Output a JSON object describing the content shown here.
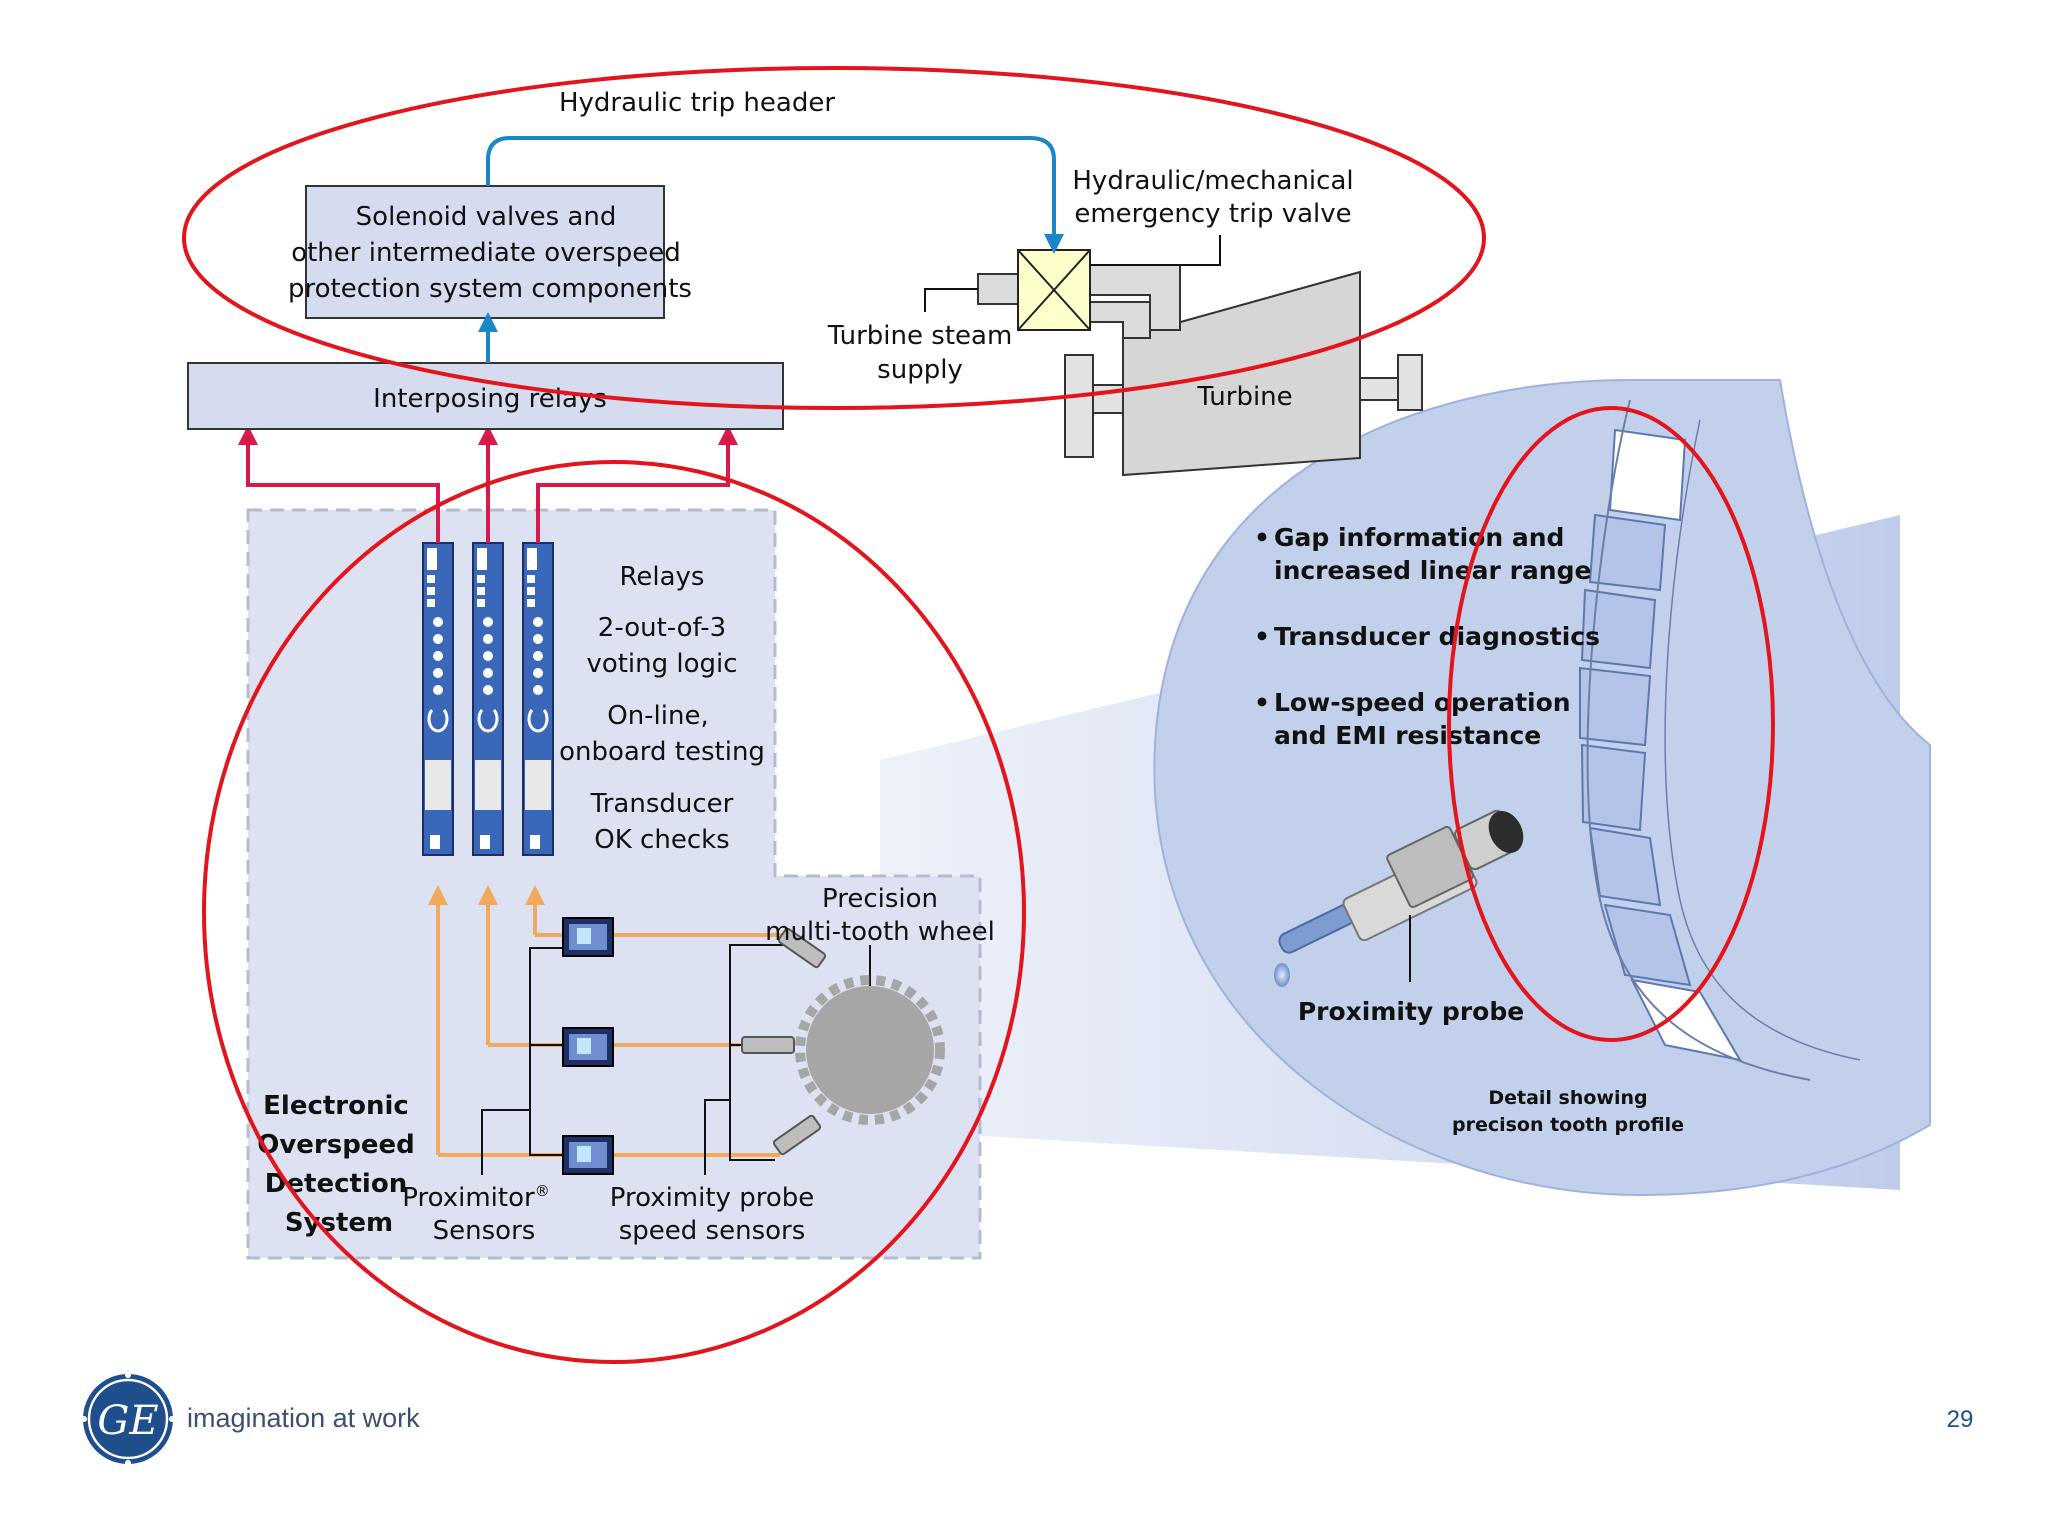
{
  "diagram": {
    "hydraulic_trip_header": "Hydraulic trip header",
    "solenoid_box": [
      "Solenoid valves and",
      "other intermediate overspeed",
      "protection system components"
    ],
    "interposing_relays": "Interposing relays",
    "trip_valve": [
      "Hydraulic/mechanical",
      "emergency trip valve"
    ],
    "steam_supply": [
      "Turbine steam",
      "supply"
    ],
    "turbine": "Turbine",
    "relay_features": {
      "relays": "Relays",
      "voting": [
        "2-out-of-3",
        "voting logic"
      ],
      "testing": [
        "On-line,",
        "onboard testing"
      ],
      "transducer": [
        "Transducer",
        "OK checks"
      ]
    },
    "wheel": [
      "Precision",
      "multi-tooth wheel"
    ],
    "eods": [
      "Electronic",
      "Overspeed",
      "Detection",
      "System"
    ],
    "proximitor": "Proximitor",
    "proximitor_reg": "®",
    "sensors": "Sensors",
    "speed_sensors": [
      "Proximity probe",
      "speed sensors"
    ],
    "detail_bullets": [
      [
        "Gap information and",
        "increased linear range"
      ],
      [
        "Transducer diagnostics"
      ],
      [
        "Low-speed operation",
        "and EMI resistance"
      ]
    ],
    "proximity_probe": "Proximity probe",
    "detail_caption": [
      "Detail showing",
      "precison tooth profile"
    ]
  },
  "footer": {
    "logo_text": "GE",
    "tagline": "imagination at work",
    "page_number": "29"
  },
  "colors": {
    "highlight_red": "#e3141b",
    "trip_line_red": "#d61a4a",
    "hydraulic_blue": "#1a86c8",
    "sensor_orange": "#f2a95c",
    "panel_blue": "#d6dcf0",
    "detail_blue": "#c3d0ec",
    "brand_blue": "#1f4e8c"
  }
}
